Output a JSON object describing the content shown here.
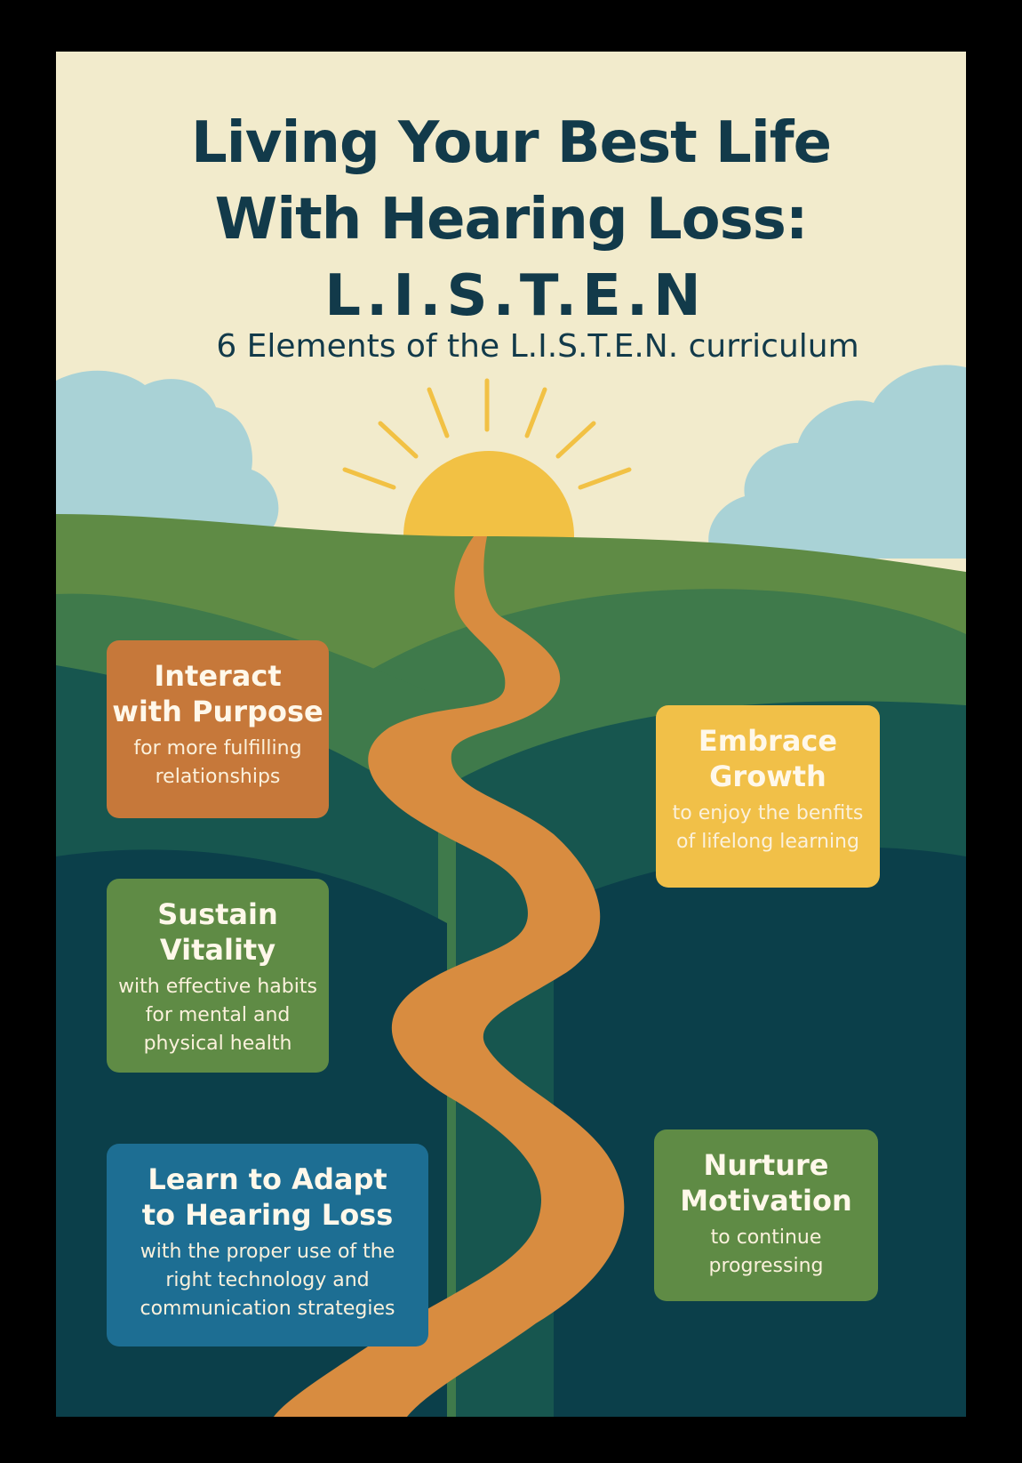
{
  "poster": {
    "title_line1": "Living Your Best Life",
    "title_line2": "With Hearing Loss:",
    "title_acronym": "L.I.S.T.E.N",
    "subtitle": "6 Elements of the L.I.S.T.E.N. curriculum"
  },
  "elements": {
    "interact": {
      "title_line1": "Interact",
      "title_line2": "with Purpose",
      "text_line1": "for more fulfilling",
      "text_line2": "relationships"
    },
    "sustain": {
      "title_line1": "Sustain",
      "title_line2": "Vitality",
      "text_line1": "with effective habits",
      "text_line2": "for mental and",
      "text_line3": "physical health"
    },
    "learn": {
      "title_line1": "Learn to Adapt",
      "title_line2": "to Hearing Loss",
      "text_line1": "with the proper use of the",
      "text_line2": "right technology and",
      "text_line3": "communication strategies"
    },
    "embrace": {
      "title_line1": "Embrace",
      "title_line2": "Growth",
      "text_line1": "to enjoy the benfits",
      "text_line2": "of lifelong learning"
    },
    "nurture": {
      "title_line1": "Nurture",
      "title_line2": "Motivation",
      "text_line1": "to continue",
      "text_line2": "progressing"
    }
  },
  "colors": {
    "background": "#f2ebcc",
    "title": "#123a4a",
    "sun": "#f2c144",
    "path": "#d88c40",
    "hill_light": "#5f8b45",
    "hill_mid": "#3f7a4b",
    "hill_teal": "#17564f",
    "hill_dark": "#0b3f4a",
    "cloud": "#a9d2d6",
    "card_orange": "#c6783a",
    "card_green": "#5f8b45",
    "card_blue": "#1d6e93",
    "card_yellow": "#f1c048"
  }
}
